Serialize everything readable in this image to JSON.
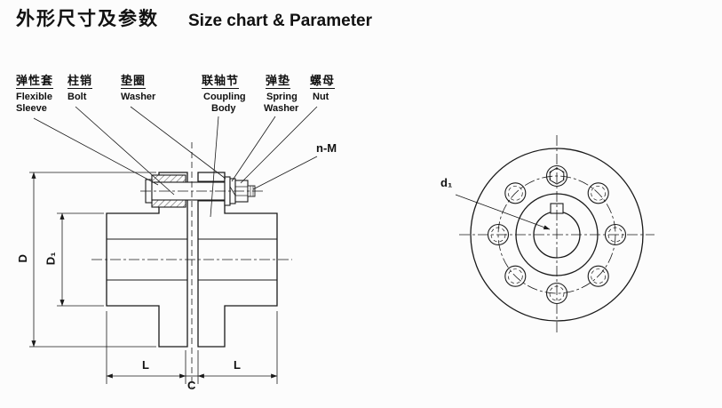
{
  "colors": {
    "background": "#fcfcfc",
    "line": "#1a1a1a",
    "text": "#111111"
  },
  "title": {
    "zh": "外形尺寸及参数",
    "en": "Size chart & Parameter"
  },
  "part_labels": [
    {
      "zh": "弹性套",
      "en": [
        "Flexible",
        "Sleeve"
      ]
    },
    {
      "zh": "柱销",
      "en": [
        "Bolt"
      ]
    },
    {
      "zh": "垫圈",
      "en": [
        "Washer"
      ]
    },
    {
      "zh": "联轴节",
      "en": [
        "Coupling",
        "Body"
      ]
    },
    {
      "zh": "弹垫",
      "en": [
        "Spring",
        "Washer"
      ]
    },
    {
      "zh": "螺母",
      "en": [
        "Nut"
      ]
    }
  ],
  "dimension_labels": {
    "outer_diameter": "D",
    "hub_diameter": "D₁",
    "hub_length_left": "L",
    "gap": "C",
    "hub_length_right": "L",
    "bolt_pattern": "n-M",
    "bore_diameter": "d₁"
  }
}
